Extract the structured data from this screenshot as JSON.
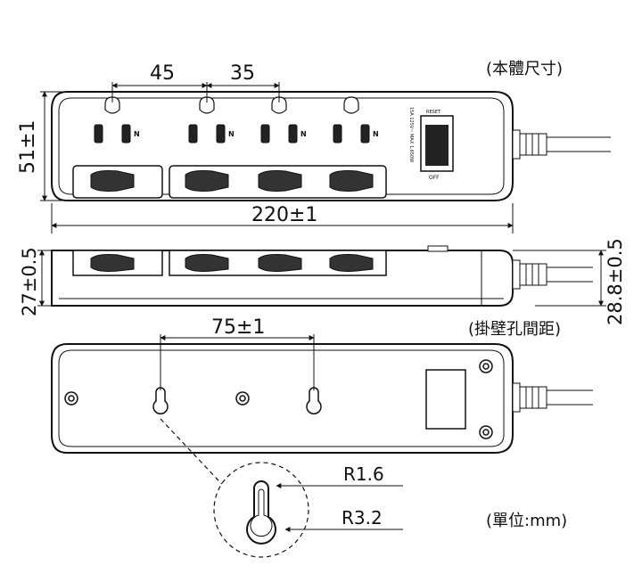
{
  "titles": {
    "body_size": "(本體尺寸)",
    "hang_hole_spacing": "(掛壁孔間距)",
    "unit": "(單位:mm)"
  },
  "dimensions": {
    "spacing_a": "45",
    "spacing_b": "35",
    "height": "51±1",
    "length": "220±1",
    "side_thickness": "27±0.5",
    "cable_diameter": "28.8±0.5",
    "hole_spacing": "75±1",
    "radius_small": "R1.6",
    "radius_large": "R3.2"
  },
  "device_labels": {
    "socket_letter": "N",
    "switch_on": "RESET",
    "switch_off": "OFF",
    "rating": "15A 125V~ MAX 1,650W"
  }
}
